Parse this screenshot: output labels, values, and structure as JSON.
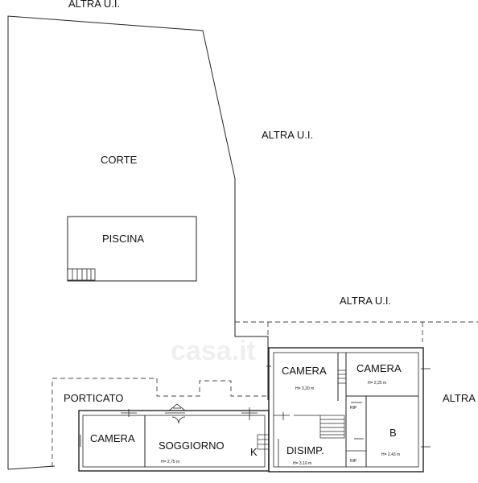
{
  "labels": {
    "altra_top": "ALTRA U.I.",
    "altra_right_upper": "ALTRA U.I.",
    "altra_right_mid": "ALTRA U.I.",
    "altra_right_edge": "ALTRA",
    "corte": "CORTE",
    "piscina": "PISCINA",
    "porticato": "PORTICATO",
    "camera_left": "CAMERA",
    "soggiorno": "SOGGIORNO",
    "soggiorno_h": "H= 2,75 m",
    "k": "K",
    "camera_mid": "CAMERA",
    "camera_mid_h": "H= 3,20 m",
    "disimp": "DISIMP.",
    "disimp_h": "H= 3,10 m",
    "camera_right": "CAMERA",
    "camera_right_h": "H= 2,25 m",
    "rip_upper": "RIP",
    "rip_lower": "RIP",
    "b": "B",
    "b_h": "H= 2,43 m"
  },
  "watermark": "casa.it",
  "colors": {
    "line": "#222222",
    "dash": "#444444",
    "background": "#ffffff"
  }
}
